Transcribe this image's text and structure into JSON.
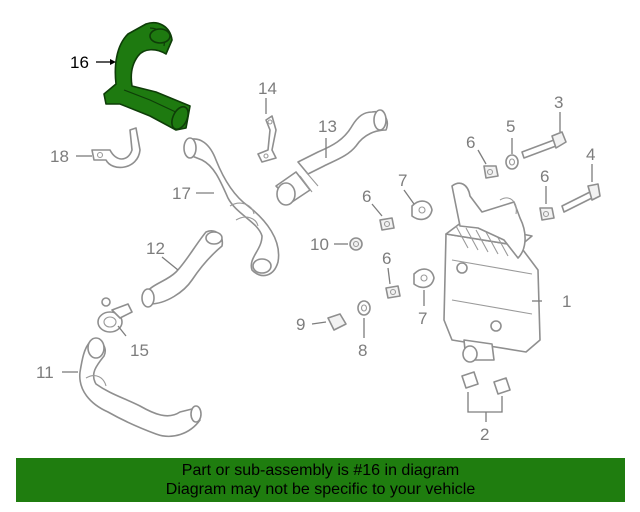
{
  "diagram": {
    "callouts": {
      "p1": "1",
      "p2": "2",
      "p3": "3",
      "p4": "4",
      "p5": "5",
      "p6a": "6",
      "p6b": "6",
      "p6c": "6",
      "p6d": "6",
      "p7a": "7",
      "p7b": "7",
      "p8": "8",
      "p9": "9",
      "p10": "10",
      "p11": "11",
      "p12": "12",
      "p13": "13",
      "p14": "14",
      "p15": "15",
      "p16": "16",
      "p17": "17",
      "p18": "18"
    },
    "highlighted_part": "16",
    "highlight_color": "#1f7d0f"
  },
  "banner": {
    "line1": "Part or sub-assembly is #16 in diagram",
    "line2": "Diagram may not be specific to your vehicle"
  }
}
